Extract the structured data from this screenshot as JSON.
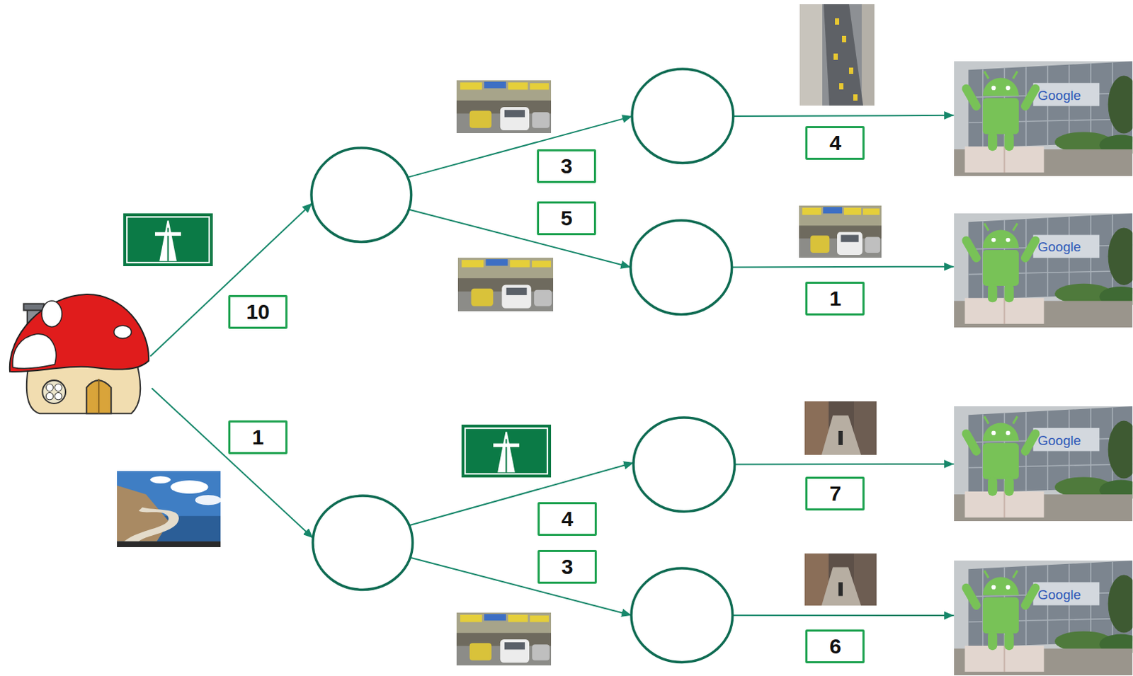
{
  "diagram": {
    "nodes": [
      {
        "text": []
      },
      {
        "text": []
      },
      {
        "text": []
      },
      {
        "text": []
      },
      {
        "text": []
      },
      {
        "text": []
      },
      {
        "text": []
      },
      {
        "text": [
          "Google"
        ]
      },
      {
        "text": [
          "Google"
        ]
      },
      {
        "text": [
          "Google"
        ]
      },
      {
        "text": [
          "Google"
        ]
      }
    ],
    "edges": [
      {
        "from": 0,
        "to": 1,
        "arrow": "to",
        "label": "10"
      },
      {
        "from": 0,
        "to": 2,
        "arrow": "to",
        "label": "1"
      },
      {
        "from": 1,
        "to": 3,
        "arrow": "to",
        "label": "3"
      },
      {
        "from": 1,
        "to": 4,
        "arrow": "to",
        "label": "5"
      },
      {
        "from": 2,
        "to": 5,
        "arrow": "to",
        "label": "4"
      },
      {
        "from": 2,
        "to": 6,
        "arrow": "to",
        "label": "3"
      },
      {
        "from": 3,
        "to": 7,
        "arrow": "to",
        "label": "4"
      },
      {
        "from": 4,
        "to": 8,
        "arrow": "to",
        "label": "1"
      },
      {
        "from": 5,
        "to": 9,
        "arrow": "to",
        "label": "7"
      },
      {
        "from": 6,
        "to": 10,
        "arrow": "to",
        "label": "6"
      }
    ]
  }
}
